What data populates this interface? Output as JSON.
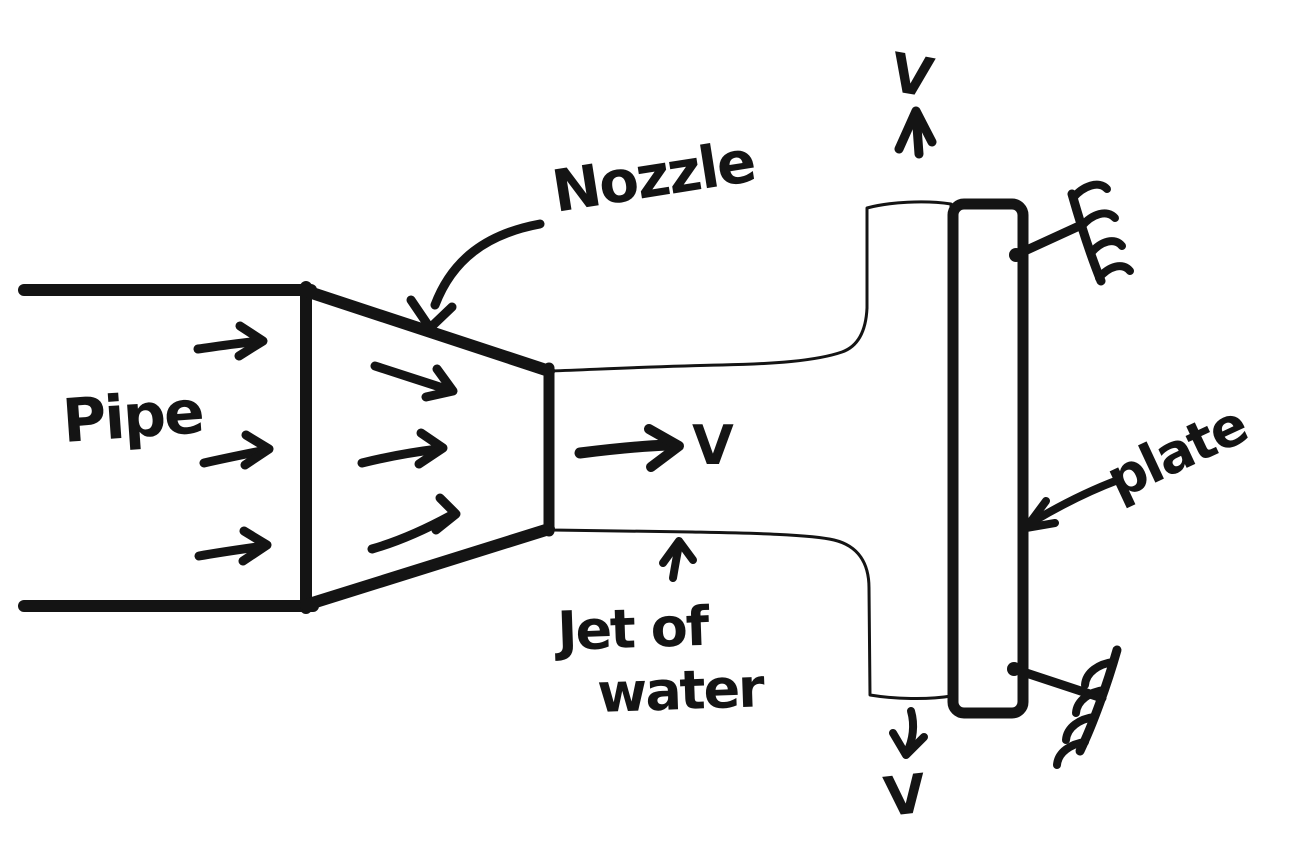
{
  "diagram": {
    "description": "Hand-drawn sketch of a water jet from a nozzle impinging on a plate",
    "labels": {
      "pipe": "Pipe",
      "nozzle": "Nozzle",
      "jet_caption_line1": "Jet of",
      "jet_caption_line2": "water",
      "plate": "plate",
      "jet_velocity": "V",
      "top_velocity": "V",
      "bottom_velocity": "V"
    },
    "colors": {
      "water_fill": "#8b8be9",
      "plate_fill": "#505050",
      "ink": "#141414",
      "background": "#ffffff"
    }
  }
}
